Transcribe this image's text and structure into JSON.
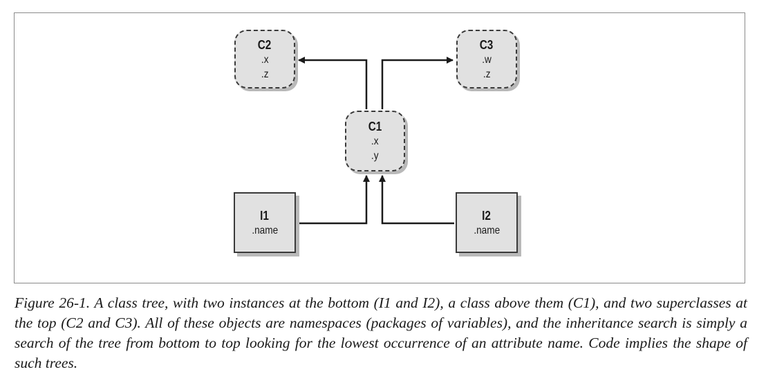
{
  "diagram": {
    "nodes": {
      "c2": {
        "name": "C2",
        "attrs": [
          ".x",
          ".z"
        ]
      },
      "c3": {
        "name": "C3",
        "attrs": [
          ".w",
          ".z"
        ]
      },
      "c1": {
        "name": "C1",
        "attrs": [
          ".x",
          ".y"
        ]
      },
      "i1": {
        "name": "I1",
        "attrs": [
          ".name"
        ]
      },
      "i2": {
        "name": "I2",
        "attrs": [
          ".name"
        ]
      }
    },
    "edges": [
      {
        "from": "C1",
        "to": "C2"
      },
      {
        "from": "C1",
        "to": "C3"
      },
      {
        "from": "I1",
        "to": "C1"
      },
      {
        "from": "I2",
        "to": "C1"
      }
    ],
    "colors": {
      "fill": "#e1e1e1",
      "stroke": "#3a3a3a",
      "shadow": "#b9b9b9",
      "frame": "#8a8a8a"
    }
  },
  "caption": {
    "text": "Figure 26-1. A class tree, with two instances at the bottom (I1 and I2), a class above them (C1), and two superclasses at the top (C2 and C3). All of these objects are namespaces (packages of variables), and the inheritance search is simply a search of the tree from bottom to top looking for the lowest occurrence of an attribute name. Code implies the shape of such trees."
  }
}
